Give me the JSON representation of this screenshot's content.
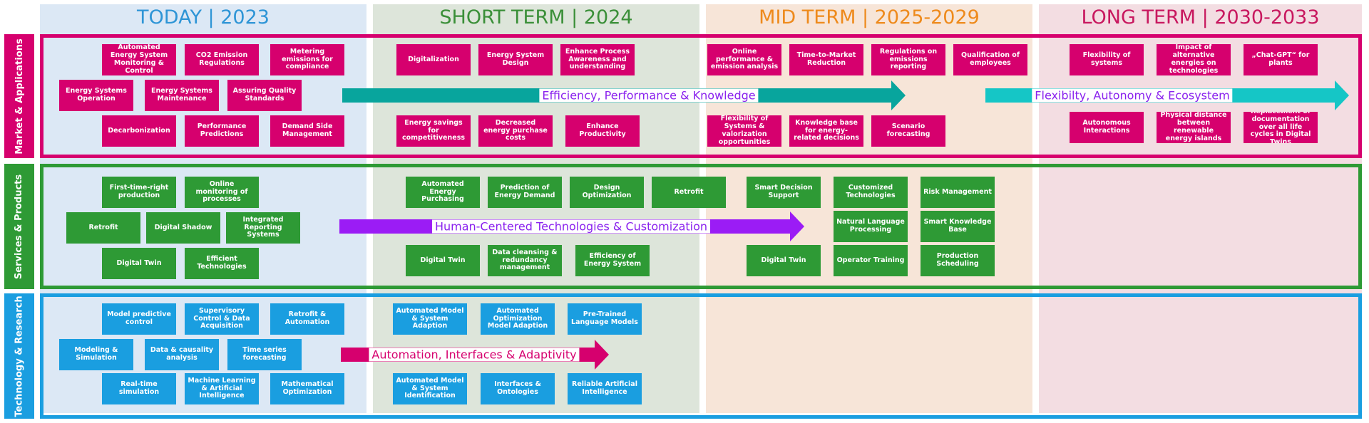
{
  "columns": [
    {
      "label": "TODAY | 2023",
      "color": "#2e95d6",
      "bg": "#dce8f5"
    },
    {
      "label": "SHORT TERM | 2024",
      "color": "#3a8f38",
      "bg": "#dde5da"
    },
    {
      "label": "MID TERM | 2025-2029",
      "color": "#ee8a1c",
      "bg": "#f7e5d8"
    },
    {
      "label": "LONG TERM | 2030-2033",
      "color": "#c8185f",
      "bg": "#f3dde2"
    }
  ],
  "rows": [
    {
      "label": "Market & Applications",
      "color": "#d6006e"
    },
    {
      "label": "Services & Products",
      "color": "#2e9a35"
    },
    {
      "label": "Technology & Research",
      "color": "#1a9ee0"
    }
  ],
  "arrows": [
    {
      "label": "Efficiency, Performance & Knowledge",
      "color": "#08a59d",
      "text_color": "#8a22ee"
    },
    {
      "label": "Flexibilty, Autonomy & Ecosystem",
      "color": "#15c6c6",
      "text_color": "#8a22ee"
    },
    {
      "label": "Human-Centered Technologies & Customization",
      "color": "#9b1cf5",
      "text_color": "#8a22ee"
    },
    {
      "label": "Automation, Interfaces & Adaptivity",
      "color": "#d6006e",
      "text_color": "#d6006e"
    }
  ],
  "market": {
    "today": [
      "Automated Energy System Monitoring & Control",
      "CO2 Emission Regulations",
      "Metering emissions for compliance",
      "Energy Systems Operation",
      "Energy Systems Maintenance",
      "Assuring Quality Standards",
      "Decarbonization",
      "Performance Predictions",
      "Demand Side Management"
    ],
    "short": [
      "Digitalization",
      "Energy System Design",
      "Enhance Process Awareness and understanding",
      "Energy savings for competitiveness",
      "Decreased energy purchase costs",
      "Enhance Productivity"
    ],
    "mid": [
      "Online performance & emission analysis",
      "Time-to-Market Reduction",
      "Regulations on emissions reporting",
      "Qualification of employees",
      "Flexibility of Systems & valorization opportunities",
      "Knowledge base for energy-related decisions",
      "Scenario forecasting"
    ],
    "long": [
      "Flexibility of systems",
      "Impact of alternative energies on technologies",
      "„Chat-GPT“ for plants",
      "Autonomous Interactions",
      "Physical distance between renewable energy islands",
      "Replacement of documentation over all life cycles in Digital Twins"
    ]
  },
  "services": {
    "today": [
      "First-time-right production",
      "Online monitoring of processes",
      "Retrofit",
      "Digital Shadow",
      "Integrated Reporting Systems",
      "Digital Twin",
      "Efficient Technologies"
    ],
    "short": [
      "Automated Energy Purchasing",
      "Prediction of Energy Demand",
      "Design Optimization",
      "Retrofit",
      "Digital Twin",
      "Data cleansing & redundancy management",
      "Efficiency of Energy System"
    ],
    "mid": [
      "Smart Decision Support",
      "Customized Technologies",
      "Risk Management",
      "Natural Language Processing",
      "Smart Knowledge Base",
      "Digital Twin",
      "Operator Training",
      "Production Scheduling"
    ]
  },
  "tech": {
    "today": [
      "Model predictive control",
      "Supervisory Control & Data Acquisition",
      "Retrofit & Automation",
      "Modeling & Simulation",
      "Data & causality analysis",
      "Time series forecasting",
      "Real-time simulation",
      "Machine Learning & Artificial Intelligence",
      "Mathematical Optimization"
    ],
    "short": [
      "Automated Model & System Adaption",
      "Automated Optimization Model Adaption",
      "Pre-Trained Language Models",
      "Automated Model & System Identification",
      "Interfaces & Ontologies",
      "Reliable Artificial Intelligence"
    ]
  }
}
